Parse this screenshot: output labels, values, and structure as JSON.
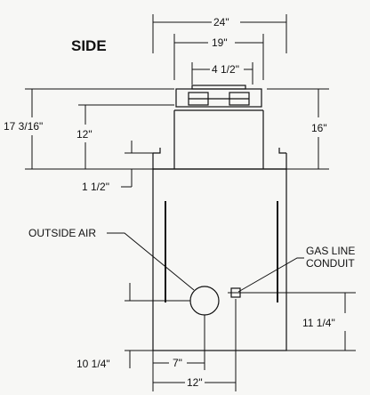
{
  "title": "SIDE",
  "dimensions": {
    "overall_width": "24\"",
    "top_width": "19\"",
    "vent_width": "4 1/2\"",
    "total_height": "17 3/16\"",
    "upper_height": "12\"",
    "right_height": "16\"",
    "step": "1 1/2\"",
    "conduit_height": "11 1/4\"",
    "air_height": "10 1/4\"",
    "air_offset": "7\"",
    "base_width": "12\""
  },
  "labels": {
    "outside_air": "OUTSIDE AIR",
    "gas_line": "GAS LINE",
    "conduit": "CONDUIT"
  }
}
